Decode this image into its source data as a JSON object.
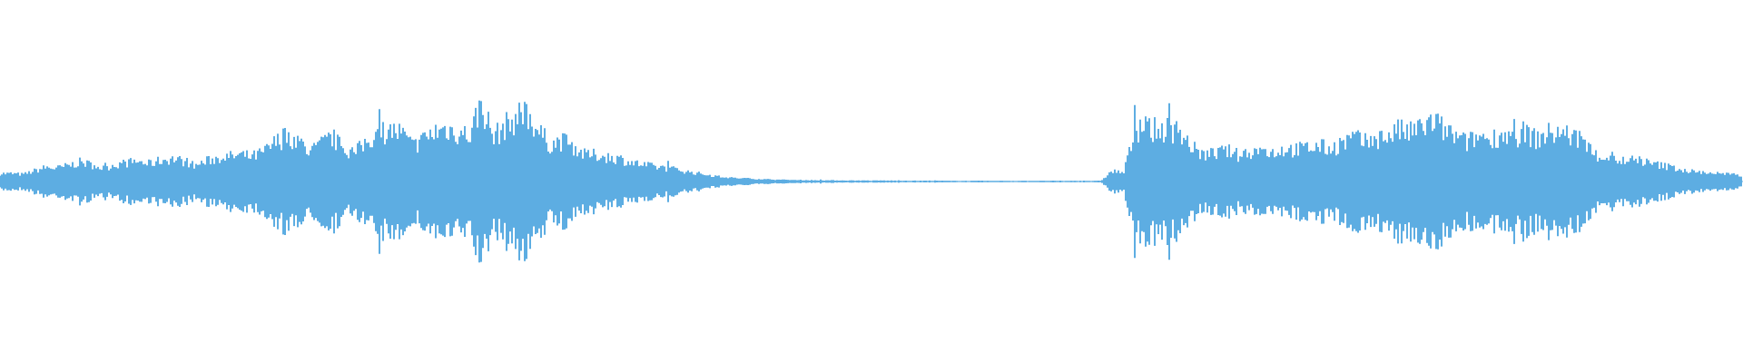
{
  "waveform": {
    "color": "#5dade2",
    "background": "#ffffff",
    "amplitude_profile": [
      0.09,
      0.09,
      0.08,
      0.12,
      0.16,
      0.15,
      0.18,
      0.22,
      0.19,
      0.15,
      0.19,
      0.21,
      0.23,
      0.2,
      0.24,
      0.26,
      0.23,
      0.18,
      0.23,
      0.27,
      0.28,
      0.3,
      0.28,
      0.33,
      0.44,
      0.52,
      0.47,
      0.33,
      0.42,
      0.5,
      0.36,
      0.33,
      0.46,
      0.55,
      0.58,
      0.55,
      0.4,
      0.48,
      0.57,
      0.6,
      0.55,
      0.53,
      0.9,
      0.5,
      0.62,
      0.72,
      0.78,
      0.56,
      0.42,
      0.46,
      0.4,
      0.3,
      0.3,
      0.28,
      0.26,
      0.22,
      0.19,
      0.17,
      0.15,
      0.14,
      0.11,
      0.09,
      0.07,
      0.05,
      0.04,
      0.035,
      0.03,
      0.025,
      0.02,
      0.018,
      0.016,
      0.015,
      0.014,
      0.013,
      0.012,
      0.012,
      0.011,
      0.011,
      0.01,
      0.01,
      0.009,
      0.009,
      0.009,
      0.008,
      0.008,
      0.008,
      0.008,
      0.008,
      0.008,
      0.008,
      0.008,
      0.008,
      0.008,
      0.008,
      0.008,
      0.008,
      0.008,
      0.12,
      0.1,
      0.58,
      0.6,
      0.58,
      0.6,
      0.55,
      0.38,
      0.3,
      0.32,
      0.35,
      0.3,
      0.34,
      0.36,
      0.33,
      0.37,
      0.36,
      0.38,
      0.4,
      0.37,
      0.42,
      0.5,
      0.44,
      0.48,
      0.52,
      0.58,
      0.55,
      0.62,
      0.68,
      0.58,
      0.5,
      0.44,
      0.52,
      0.48,
      0.54,
      0.5,
      0.56,
      0.48,
      0.54,
      0.56,
      0.52,
      0.46,
      0.3,
      0.28,
      0.25,
      0.22,
      0.24,
      0.2,
      0.18,
      0.16,
      0.12,
      0.11,
      0.1,
      0.09,
      0.08,
      0.06
    ]
  }
}
